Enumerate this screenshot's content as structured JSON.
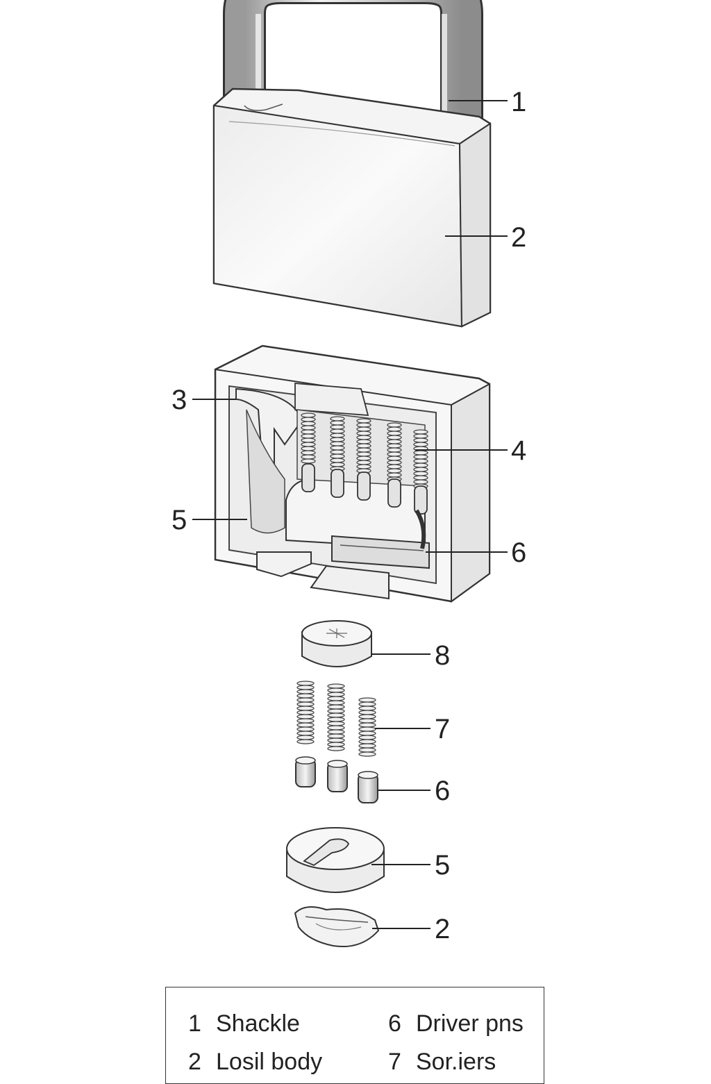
{
  "callouts": {
    "c1": "1",
    "c2_body": "2",
    "c3": "3",
    "c4": "4",
    "c5_cut": "5",
    "c6_cut": "6",
    "c8": "8",
    "c7": "7",
    "c6_parts": "6",
    "c5_parts": "5",
    "c2_parts": "2"
  },
  "legend": {
    "rows": [
      {
        "left_num": "1",
        "left_label": "Shackle",
        "right_num": "6",
        "right_label": "Driver pns"
      },
      {
        "left_num": "2",
        "left_label": "Losil body",
        "right_num": "7",
        "right_label": "Sor.iers"
      }
    ]
  }
}
